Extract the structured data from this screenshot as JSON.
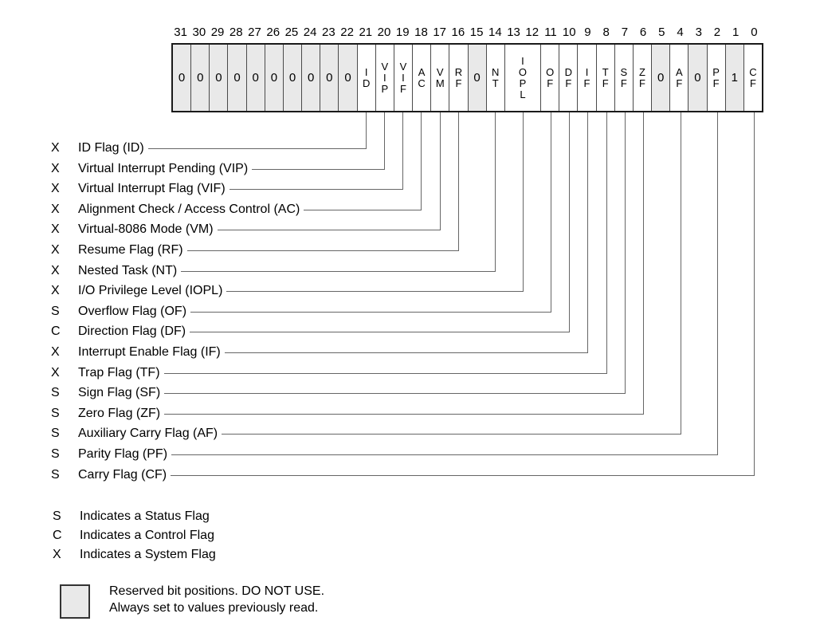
{
  "register": {
    "bit_numbers": [
      "31",
      "30",
      "29",
      "28",
      "27",
      "26",
      "25",
      "24",
      "23",
      "22",
      "21",
      "20",
      "19",
      "18",
      "17",
      "16",
      "15",
      "14",
      "13",
      "12",
      "11",
      "10",
      "9",
      "8",
      "7",
      "6",
      "5",
      "4",
      "3",
      "2",
      "1",
      "0"
    ],
    "cells": [
      {
        "label": "0",
        "bit": 31,
        "reserved": true,
        "span": 1
      },
      {
        "label": "0",
        "bit": 30,
        "reserved": true,
        "span": 1
      },
      {
        "label": "0",
        "bit": 29,
        "reserved": true,
        "span": 1
      },
      {
        "label": "0",
        "bit": 28,
        "reserved": true,
        "span": 1
      },
      {
        "label": "0",
        "bit": 27,
        "reserved": true,
        "span": 1
      },
      {
        "label": "0",
        "bit": 26,
        "reserved": true,
        "span": 1
      },
      {
        "label": "0",
        "bit": 25,
        "reserved": true,
        "span": 1
      },
      {
        "label": "0",
        "bit": 24,
        "reserved": true,
        "span": 1
      },
      {
        "label": "0",
        "bit": 23,
        "reserved": true,
        "span": 1
      },
      {
        "label": "0",
        "bit": 22,
        "reserved": true,
        "span": 1
      },
      {
        "label": "ID",
        "bit": 21,
        "reserved": false,
        "span": 1
      },
      {
        "label": "VIP",
        "bit": 20,
        "reserved": false,
        "span": 1
      },
      {
        "label": "VIF",
        "bit": 19,
        "reserved": false,
        "span": 1
      },
      {
        "label": "AC",
        "bit": 18,
        "reserved": false,
        "span": 1
      },
      {
        "label": "VM",
        "bit": 17,
        "reserved": false,
        "span": 1
      },
      {
        "label": "RF",
        "bit": 16,
        "reserved": false,
        "span": 1
      },
      {
        "label": "0",
        "bit": 15,
        "reserved": true,
        "span": 1
      },
      {
        "label": "NT",
        "bit": 14,
        "reserved": false,
        "span": 1
      },
      {
        "label": "IOPL",
        "bit": 12.5,
        "reserved": false,
        "span": 2
      },
      {
        "label": "OF",
        "bit": 11,
        "reserved": false,
        "span": 1
      },
      {
        "label": "DF",
        "bit": 10,
        "reserved": false,
        "span": 1
      },
      {
        "label": "IF",
        "bit": 9,
        "reserved": false,
        "span": 1
      },
      {
        "label": "TF",
        "bit": 8,
        "reserved": false,
        "span": 1
      },
      {
        "label": "SF",
        "bit": 7,
        "reserved": false,
        "span": 1
      },
      {
        "label": "ZF",
        "bit": 6,
        "reserved": false,
        "span": 1
      },
      {
        "label": "0",
        "bit": 5,
        "reserved": true,
        "span": 1
      },
      {
        "label": "AF",
        "bit": 4,
        "reserved": false,
        "span": 1
      },
      {
        "label": "0",
        "bit": 3,
        "reserved": true,
        "span": 1
      },
      {
        "label": "PF",
        "bit": 2,
        "reserved": false,
        "span": 1
      },
      {
        "label": "1",
        "bit": 1,
        "reserved": true,
        "span": 1
      },
      {
        "label": "CF",
        "bit": 0,
        "reserved": false,
        "span": 1
      }
    ]
  },
  "flag_rows": [
    {
      "type": "X",
      "label": "ID Flag (ID)",
      "bit": 21
    },
    {
      "type": "X",
      "label": "Virtual Interrupt Pending (VIP)",
      "bit": 20
    },
    {
      "type": "X",
      "label": "Virtual Interrupt Flag (VIF)",
      "bit": 19
    },
    {
      "type": "X",
      "label": "Alignment Check / Access Control (AC)",
      "bit": 18
    },
    {
      "type": "X",
      "label": "Virtual-8086 Mode (VM)",
      "bit": 17
    },
    {
      "type": "X",
      "label": "Resume Flag (RF)",
      "bit": 16
    },
    {
      "type": "X",
      "label": "Nested Task (NT)",
      "bit": 14
    },
    {
      "type": "X",
      "label": "I/O Privilege Level (IOPL)",
      "bit": 12.5
    },
    {
      "type": "S",
      "label": "Overflow Flag (OF)",
      "bit": 11
    },
    {
      "type": "C",
      "label": "Direction Flag (DF)",
      "bit": 10
    },
    {
      "type": "X",
      "label": "Interrupt Enable Flag (IF)",
      "bit": 9
    },
    {
      "type": "X",
      "label": "Trap Flag (TF)",
      "bit": 8
    },
    {
      "type": "S",
      "label": "Sign Flag (SF)",
      "bit": 7
    },
    {
      "type": "S",
      "label": "Zero Flag (ZF)",
      "bit": 6
    },
    {
      "type": "S",
      "label": "Auxiliary Carry Flag (AF)",
      "bit": 4
    },
    {
      "type": "S",
      "label": "Parity Flag (PF)",
      "bit": 2
    },
    {
      "type": "S",
      "label": "Carry Flag (CF)",
      "bit": 0
    }
  ],
  "legend": [
    {
      "letter": "S",
      "text": "Indicates a Status Flag"
    },
    {
      "letter": "C",
      "text": "Indicates a Control Flag"
    },
    {
      "letter": "X",
      "text": "Indicates a System Flag"
    }
  ],
  "reserved_note": {
    "line1": "Reserved bit positions. DO NOT USE.",
    "line2": "Always set to values previously read."
  },
  "colors": {
    "reserved_fill": "#e9e9e9",
    "box_border": "#1a1a1a",
    "cell_divider": "#4a4a4a",
    "connector": "#666666",
    "text": "#000000"
  }
}
